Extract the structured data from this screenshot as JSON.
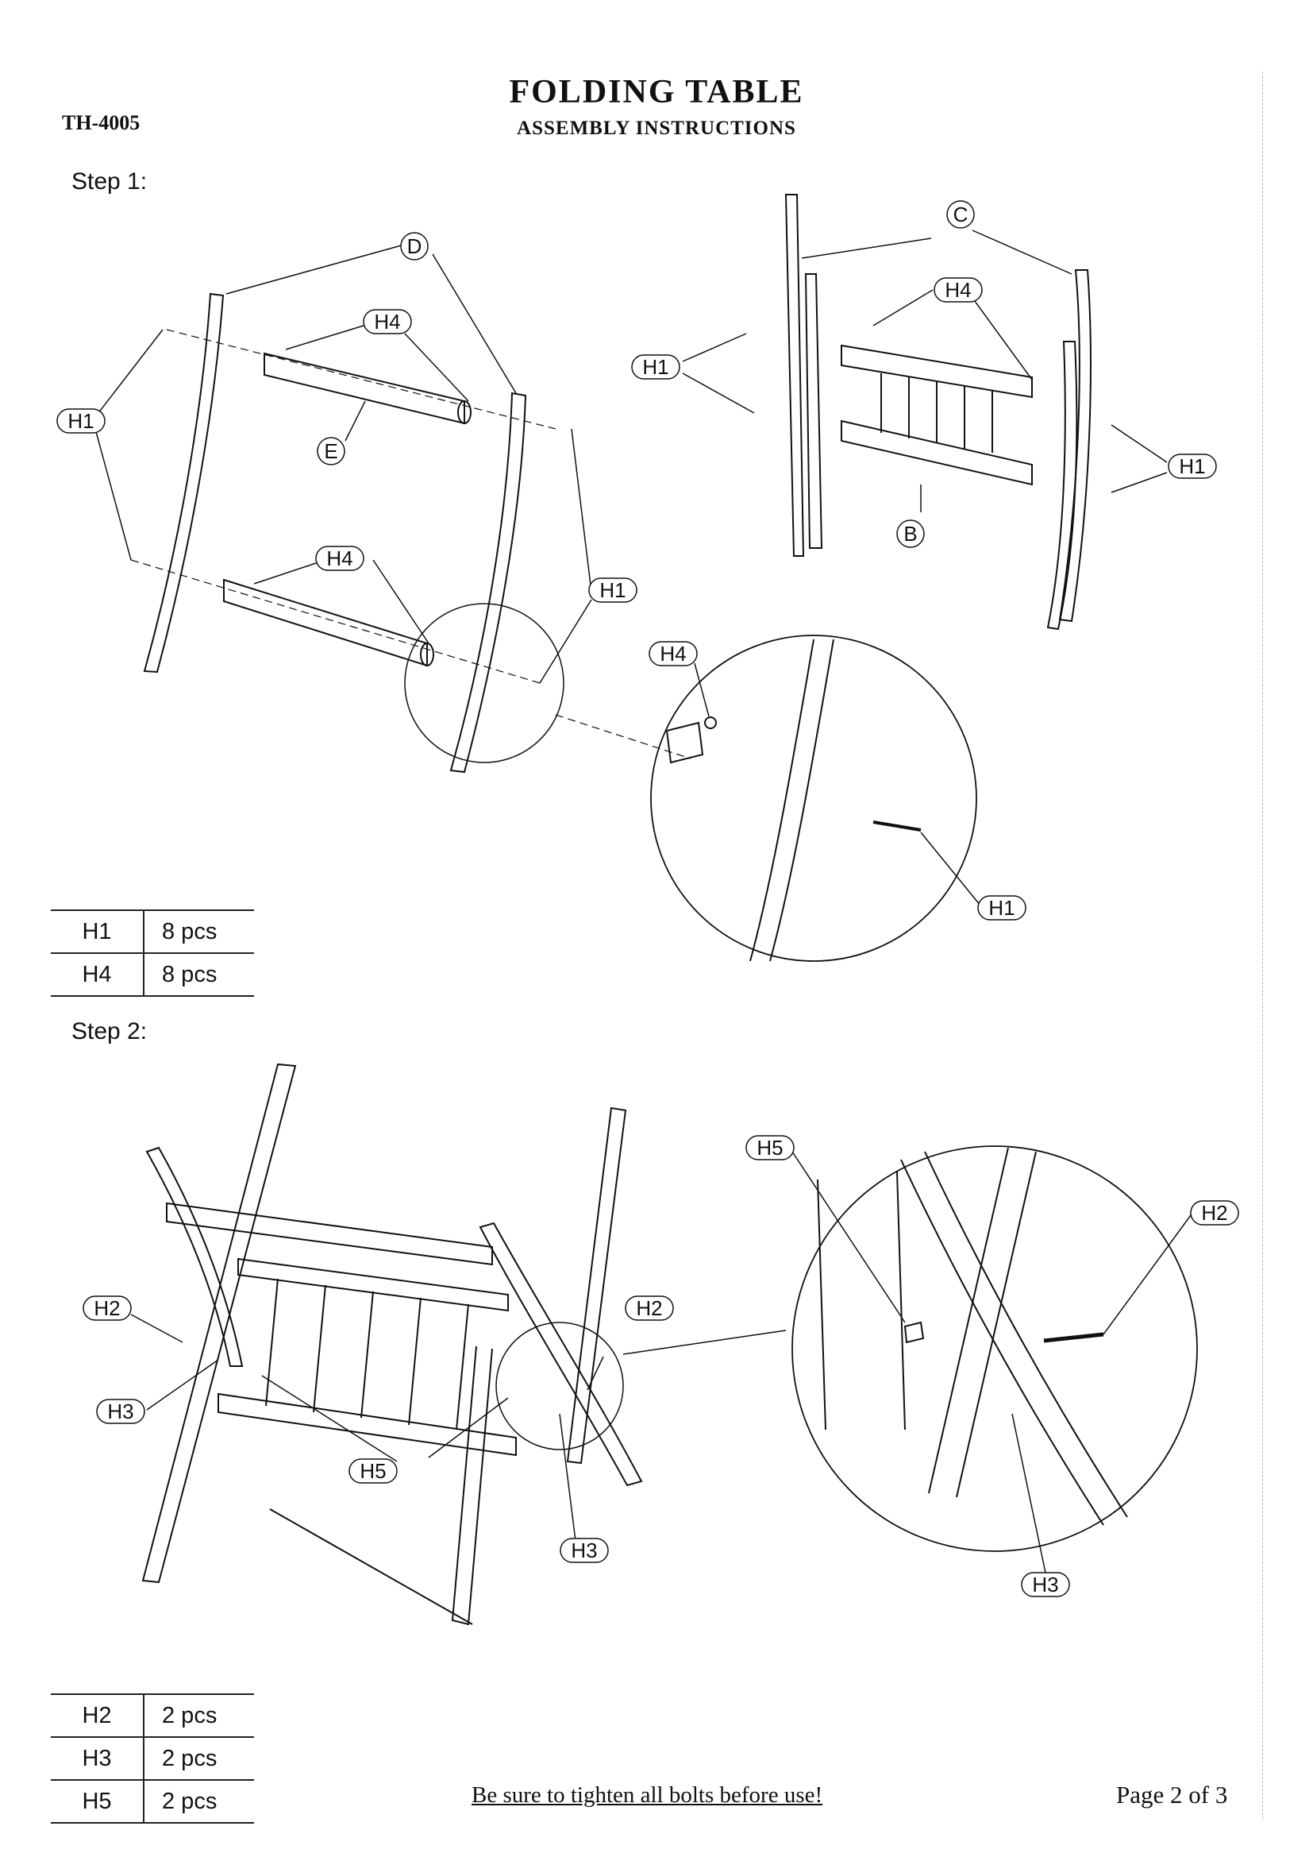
{
  "header": {
    "model": "TH-4005",
    "title": "FOLDING TABLE",
    "subtitle": "ASSEMBLY INSTRUCTIONS"
  },
  "step1": {
    "label": "Step 1:",
    "callouts": {
      "D": "D",
      "C": "C",
      "E": "E",
      "B": "B",
      "H1": "H1",
      "H4": "H4"
    },
    "parts": [
      {
        "id": "H1",
        "qty": "8 pcs"
      },
      {
        "id": "H4",
        "qty": "8 pcs"
      }
    ]
  },
  "step2": {
    "label": "Step 2:",
    "callouts": {
      "H2": "H2",
      "H3": "H3",
      "H5": "H5"
    },
    "parts": [
      {
        "id": "H2",
        "qty": "2 pcs"
      },
      {
        "id": "H3",
        "qty": "2 pcs"
      },
      {
        "id": "H5",
        "qty": "2 pcs"
      }
    ]
  },
  "footer": {
    "note": "Be sure to tighten all bolts before use!",
    "page": "Page 2 of 3"
  }
}
